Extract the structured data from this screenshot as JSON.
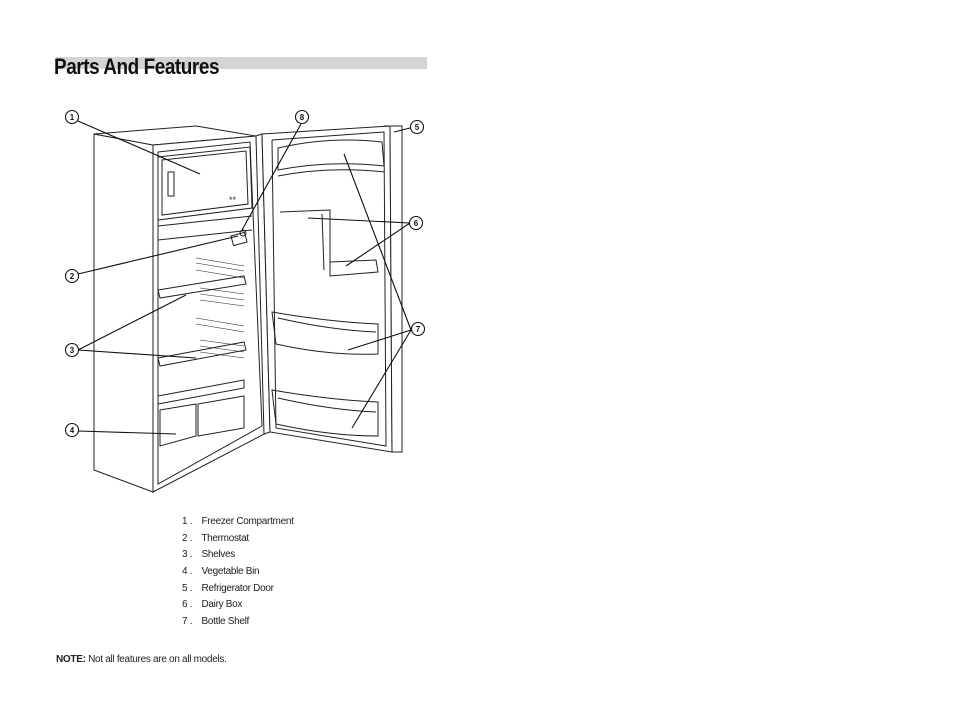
{
  "page": {
    "title": "Parts And Features"
  },
  "callouts": [
    "1",
    "2",
    "3",
    "4",
    "5",
    "6",
    "7",
    "8"
  ],
  "freezer_stars": "**",
  "parts": [
    {
      "num": "1 .",
      "label": "Freezer Compartment"
    },
    {
      "num": "2 .",
      "label": "Thermostat"
    },
    {
      "num": "3 .",
      "label": "Shelves"
    },
    {
      "num": "4 .",
      "label": "Vegetable Bin"
    },
    {
      "num": "5 .",
      "label": "Refrigerator Door"
    },
    {
      "num": "6 .",
      "label": "Dairy Box"
    },
    {
      "num": "7 .",
      "label": "Bottle Shelf"
    }
  ],
  "note": {
    "label": "NOTE:",
    "text": "Not all features are on all models."
  }
}
